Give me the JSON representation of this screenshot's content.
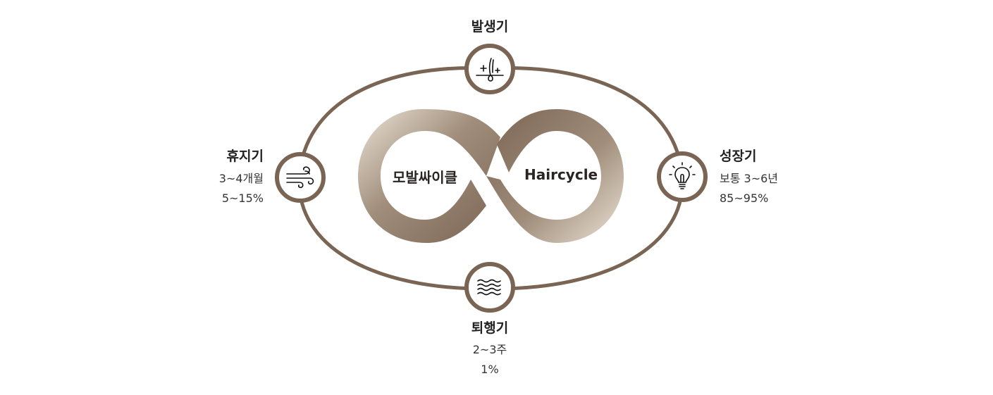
{
  "center": {
    "left_text": "모발싸이클",
    "right_text": "Haircycle"
  },
  "colors": {
    "ring": "#7a6453",
    "gradient_dark": "#7a6453",
    "gradient_light": "#ece4d8"
  },
  "stages": {
    "top": {
      "title": "발생기",
      "icon": "hair-follicle-sparkle-icon"
    },
    "right": {
      "title": "성장기",
      "line1": "보통 3~6년",
      "line2": "85~95%",
      "icon": "lightbulb-icon"
    },
    "bottom": {
      "title": "퇴행기",
      "line1": "2~3주",
      "line2": "1%",
      "icon": "waves-icon"
    },
    "left": {
      "title": "휴지기",
      "line1": "3~4개월",
      "line2": "5~15%",
      "icon": "wind-icon"
    }
  }
}
